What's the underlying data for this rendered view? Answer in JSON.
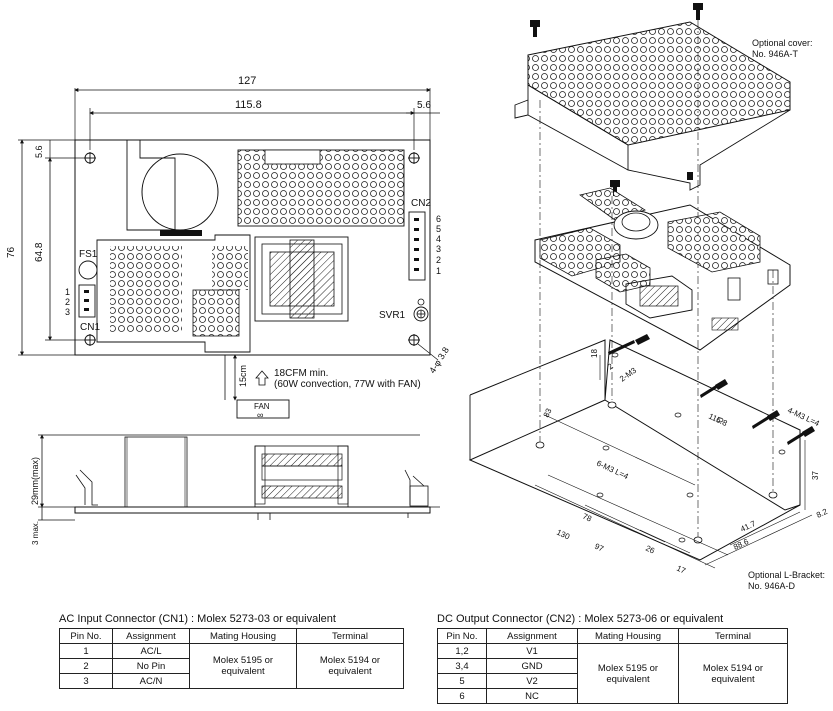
{
  "dims": {
    "overall_width": "127",
    "hole_span": "115.8",
    "right_offset": "5.6",
    "top_offset": "5.6",
    "overall_height": "76",
    "hole_height": "64.8",
    "hole_spec": "4-φ 3.8",
    "fan_clearance": "15cm",
    "max_height": "29mm(max)",
    "lead_length": "3 max."
  },
  "labels": {
    "cn2": "CN2",
    "cn2_pins": [
      "6",
      "5",
      "4",
      "3",
      "2",
      "1"
    ],
    "cn1": "CN1",
    "cn1_pins": [
      "1",
      "2",
      "3"
    ],
    "fs1": "FS1",
    "svr1": "SVR1",
    "airflow_line1": "18CFM min.",
    "airflow_line2": "(60W convection, 77W with FAN)",
    "fan_box": "FAN",
    "fan_symbol": "∞"
  },
  "exploded": {
    "cover_line1": "Optional cover:",
    "cover_line2": "No. 946A-T",
    "bracket_line1": "Optional L-Bracket:",
    "bracket_line2": "No. 946A-D",
    "dims": [
      "18",
      "2-M3",
      "4-M3 L=4",
      "115.8",
      "83",
      "6-M3 L=4",
      "37",
      "41.7",
      "8.2",
      "78",
      "130",
      "97",
      "26",
      "17",
      "88.6",
      "2"
    ]
  },
  "cn1_table": {
    "title": "AC Input Connector (CN1) : Molex 5273-03  or equivalent",
    "headers": [
      "Pin No.",
      "Assignment",
      "Mating Housing",
      "Terminal"
    ],
    "rows": [
      [
        "1",
        "AC/L"
      ],
      [
        "2",
        "No Pin"
      ],
      [
        "3",
        "AC/N"
      ]
    ],
    "housing": "Molex 5195 or equivalent",
    "terminal": "Molex 5194 or equivalent"
  },
  "cn2_table": {
    "title": "DC Output Connector (CN2) : Molex 5273-06 or equivalent",
    "headers": [
      "Pin No.",
      "Assignment",
      "Mating Housing",
      "Terminal"
    ],
    "rows": [
      [
        "1,2",
        "V1"
      ],
      [
        "3,4",
        "GND"
      ],
      [
        "5",
        "V2"
      ],
      [
        "6",
        "NC"
      ]
    ],
    "housing": "Molex 5195 or equivalent",
    "terminal": "Molex 5194 or equivalent"
  }
}
